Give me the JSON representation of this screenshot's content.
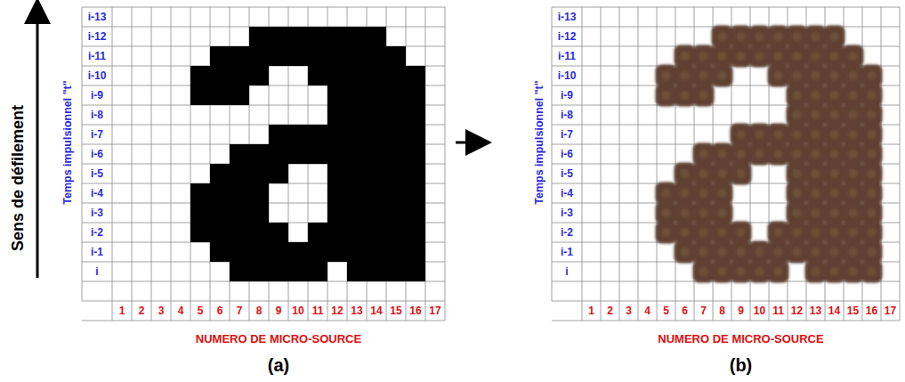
{
  "diagram": {
    "labels": [
      "Sens de défilement",
      "Temps impulsionnel \"t\"",
      "i-13",
      "i-12",
      "i-11",
      "i-10",
      "i-9",
      "i-8",
      "i-7",
      "i-6",
      "i-5",
      "i-4",
      "i-3",
      "i-2",
      "i-1",
      "i",
      "1",
      "2",
      "3",
      "4",
      "5",
      "6",
      "7",
      "8",
      "9",
      "10",
      "11",
      "12",
      "13",
      "14",
      "15",
      "16",
      "17",
      "NUMERO DE MICRO-SOURCE",
      "(a)",
      "Temps impulsionnel \"t\"",
      "i-13",
      "i-12",
      "i-11",
      "i-10",
      "i-9",
      "i-8",
      "i-7",
      "i-6",
      "i-5",
      "i-4",
      "i-3",
      "i-2",
      "i-1",
      "i",
      "1",
      "2",
      "3",
      "4",
      "5",
      "6",
      "7",
      "8",
      "9",
      "10",
      "11",
      "12",
      "13",
      "14",
      "15",
      "16",
      "17",
      "NUMERO DE MICRO-SOURCE",
      "(b)"
    ]
  }
}
